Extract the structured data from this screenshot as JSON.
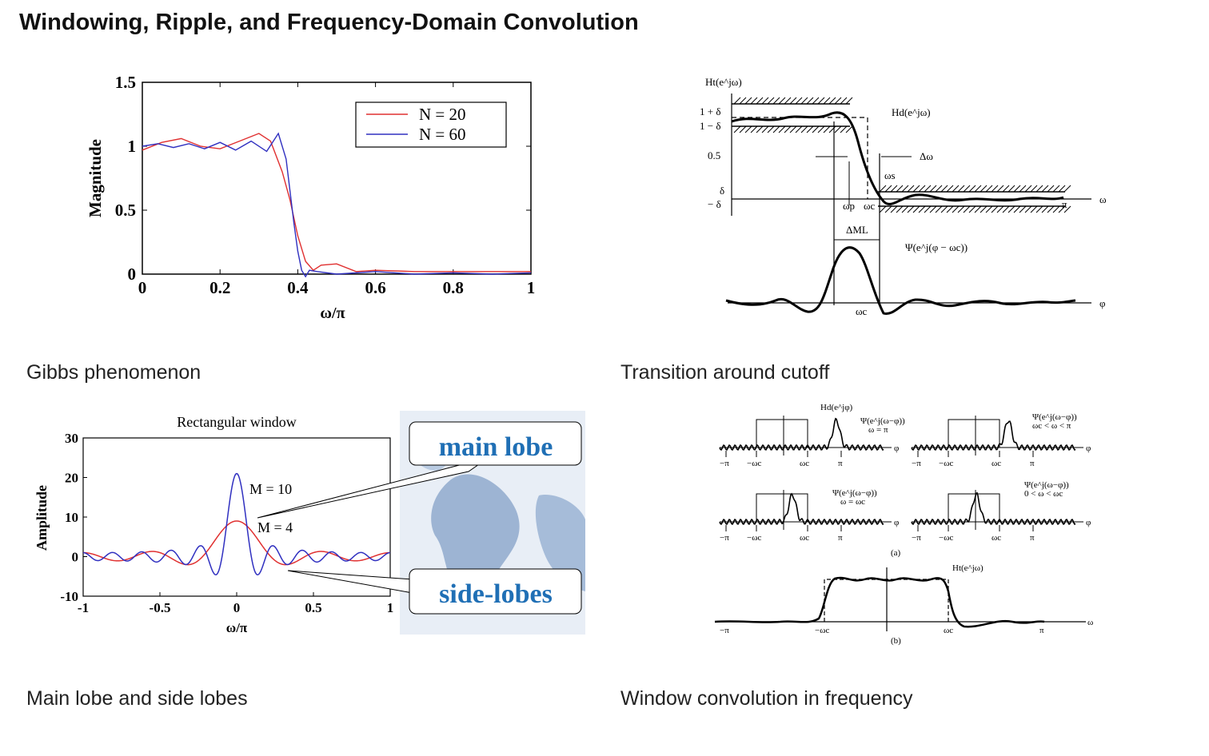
{
  "page": {
    "title": "Windowing, Ripple, and Frequency-Domain Convolution",
    "captions": {
      "gibbs": "Gibbs phenomenon",
      "transition": "Transition around cutoff",
      "lobes": "Main lobe and side lobes",
      "convolution": "Window convolution in frequency"
    }
  },
  "chart_data": [
    {
      "type": "line",
      "xlabel": "ω/π",
      "ylabel": "Magnitude",
      "xlim": [
        0,
        1
      ],
      "ylim": [
        0,
        1.5
      ],
      "x_ticks": [
        "0",
        "0.2",
        "0.4",
        "0.6",
        "0.8",
        "1"
      ],
      "y_ticks": [
        "0",
        "0.5",
        "1",
        "1.5"
      ],
      "legend_position": "top-right",
      "series": [
        {
          "name": "N = 20",
          "color": "#e03030",
          "x": [
            0,
            0.05,
            0.1,
            0.15,
            0.2,
            0.25,
            0.3,
            0.33,
            0.36,
            0.38,
            0.4,
            0.42,
            0.44,
            0.46,
            0.5,
            0.55,
            0.6,
            0.7,
            0.8,
            0.9,
            1.0
          ],
          "y": [
            0.97,
            1.03,
            1.06,
            1.0,
            0.98,
            1.04,
            1.1,
            1.04,
            0.8,
            0.58,
            0.3,
            0.1,
            0.03,
            0.07,
            0.08,
            0.02,
            0.03,
            0.02,
            0.02,
            0.02,
            0.02
          ]
        },
        {
          "name": "N = 60",
          "color": "#3030c0",
          "x": [
            0,
            0.04,
            0.08,
            0.12,
            0.16,
            0.2,
            0.24,
            0.28,
            0.32,
            0.35,
            0.37,
            0.38,
            0.39,
            0.4,
            0.41,
            0.42,
            0.43,
            0.45,
            0.5,
            0.6,
            0.7,
            0.8,
            0.9,
            1.0
          ],
          "y": [
            1.0,
            1.02,
            0.99,
            1.02,
            0.98,
            1.03,
            0.97,
            1.04,
            0.96,
            1.1,
            0.9,
            0.65,
            0.4,
            0.18,
            0.03,
            -0.02,
            0.03,
            0.02,
            0.0,
            0.02,
            0.0,
            0.01,
            0.0,
            0.01
          ]
        }
      ]
    },
    {
      "type": "line",
      "title": "Rectangular window",
      "xlabel": "ω/π",
      "ylabel": "Amplitude",
      "xlim": [
        -1,
        1
      ],
      "ylim": [
        -10,
        30
      ],
      "x_ticks": [
        "-1",
        "-0.5",
        "0",
        "0.5",
        "1"
      ],
      "y_ticks": [
        "-10",
        "0",
        "10",
        "20",
        "30"
      ],
      "series": [
        {
          "name": "M = 4",
          "color": "#e03030",
          "peak": 9
        },
        {
          "name": "M = 10",
          "color": "#3030c0",
          "peak": 21
        }
      ],
      "callouts": [
        "main lobe",
        "side-lobes"
      ]
    }
  ],
  "diagrams": {
    "transition": {
      "labels": {
        "ht": "Ht(e^jω)",
        "hd": "Hd(e^jω)",
        "one_plus_delta": "1 + δ",
        "one_minus_delta": "1 − δ",
        "half": "0.5",
        "delta": "δ",
        "minus_delta": "− δ",
        "omega": "ω",
        "omega_p": "ωp",
        "omega_c": "ωc",
        "omega_s": "ωs",
        "delta_omega": "Δω",
        "delta_ml": "ΔML",
        "pi": "π",
        "psi": "Ψ(e^j(φ − ωc))",
        "phi": "φ",
        "omega_c_bottom": "ωc"
      }
    },
    "convolution": {
      "labels": {
        "hd": "Hd(e^jφ)",
        "psi_a": "Ψ(e^j(ω−φ))",
        "cond_a": "ω = π",
        "psi_b": "Ψ(e^j(ω−φ))",
        "cond_b": "ωc < ω < π",
        "psi_c": "Ψ(e^j(ω−φ))",
        "cond_c": "ω = ωc",
        "psi_d": "Ψ(e^j(ω−φ))",
        "cond_d": "0 < ω < ωc",
        "neg_pi": "−π",
        "neg_wc": "−ωc",
        "wc": "ωc",
        "pi": "π",
        "phi": "φ",
        "part_a": "(a)",
        "ht": "Ht(e^jω)",
        "omega_end": "ω",
        "part_b": "(b)"
      }
    }
  }
}
